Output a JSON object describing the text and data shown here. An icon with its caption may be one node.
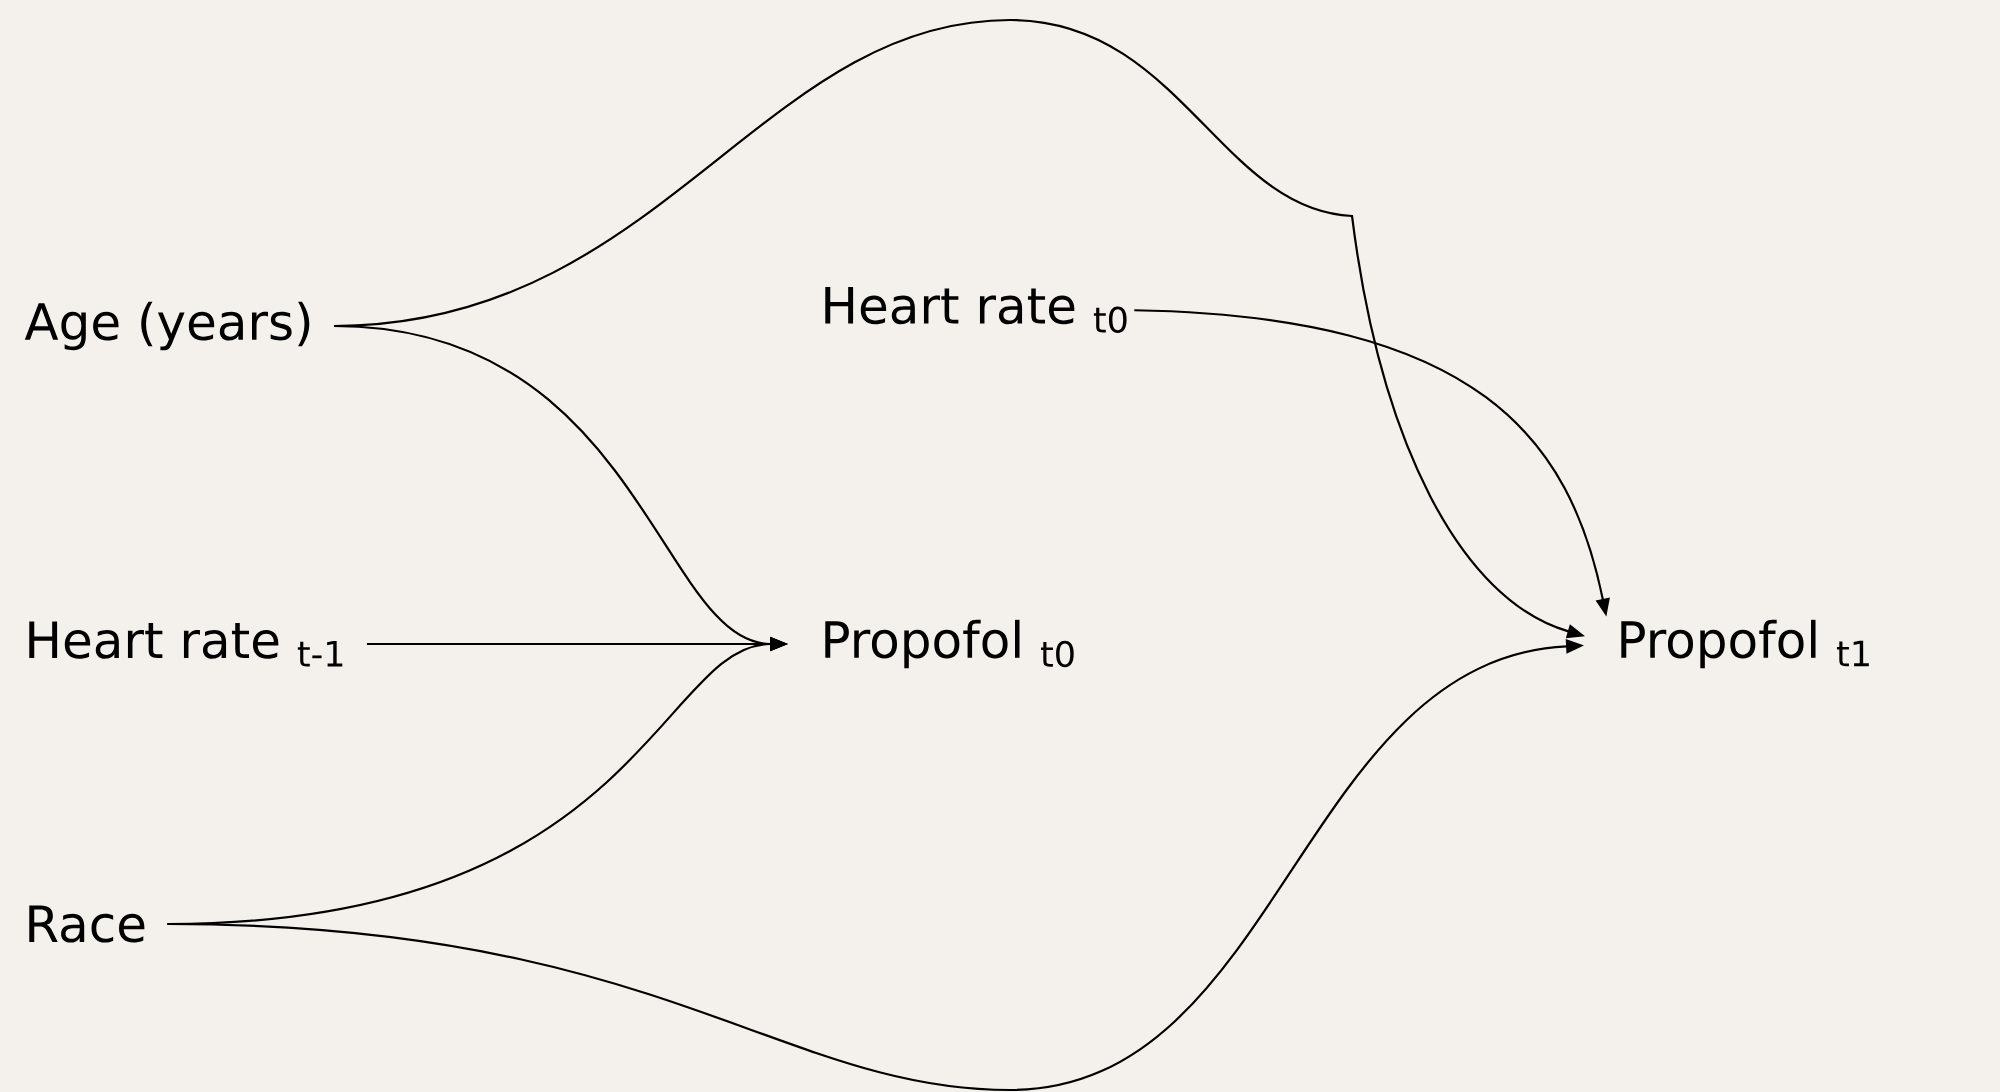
{
  "diagram": {
    "nodes": [
      {
        "text": [
          "Age (years)"
        ]
      },
      {
        "text": [
          "Heart rate $_{t-1}$"
        ]
      },
      {
        "text": [
          "Race"
        ]
      },
      {
        "text": [
          "Heart rate $_{t0}$"
        ]
      },
      {
        "text": [
          "Propofol $_{t0}$"
        ]
      },
      {
        "text": [
          "Propofol $_{t1}$"
        ]
      }
    ],
    "edges": [
      {
        "from": 0,
        "to": 4,
        "arrow": "to"
      },
      {
        "from": 1,
        "to": 4,
        "arrow": "to"
      },
      {
        "from": 2,
        "to": 4,
        "arrow": "to"
      },
      {
        "from": 0,
        "to": 5,
        "arrow": "to"
      },
      {
        "from": 3,
        "to": 5,
        "arrow": "to"
      },
      {
        "from": 2,
        "to": 5,
        "arrow": "to"
      }
    ]
  }
}
